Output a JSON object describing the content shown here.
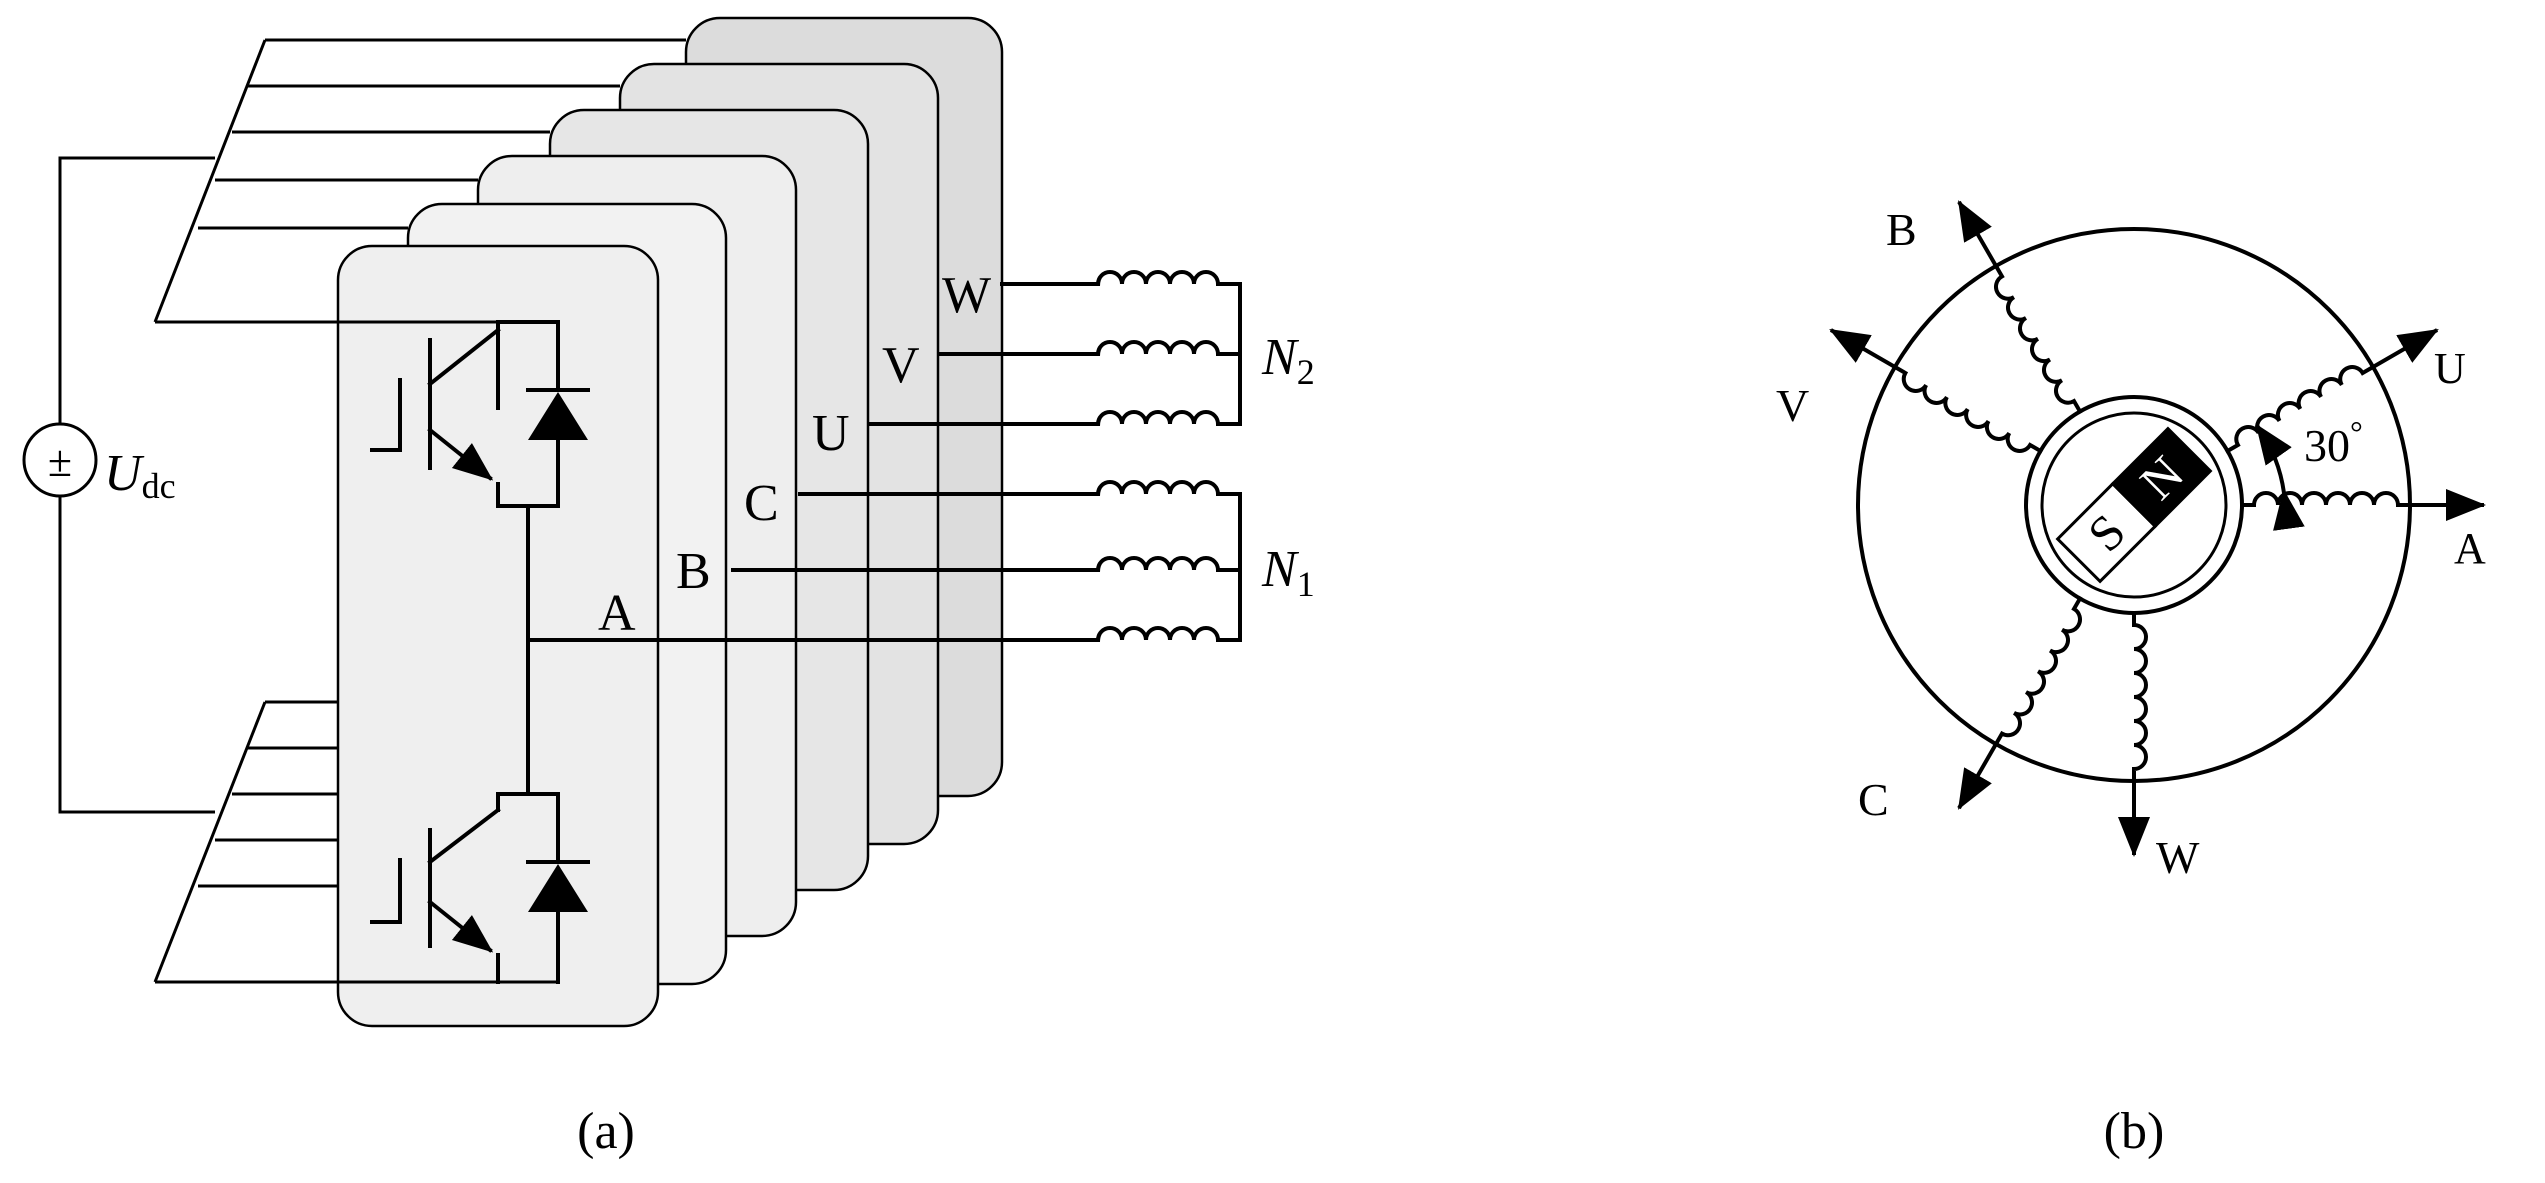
{
  "figure": {
    "panel_a": {
      "caption": "(a)",
      "source_sign": "±",
      "source_label_main": "U",
      "source_label_sub": "dc",
      "phase_labels": [
        "A",
        "B",
        "C",
        "U",
        "V",
        "W"
      ],
      "neutral_1": {
        "main": "N",
        "sub": "1"
      },
      "neutral_2": {
        "main": "N",
        "sub": "2"
      }
    },
    "panel_b": {
      "caption": "(b)",
      "axis_labels": [
        "A",
        "B",
        "C",
        "U",
        "V",
        "W"
      ],
      "magnet_north": "N",
      "magnet_south": "S",
      "angle_value": "30",
      "angle_unit": "°"
    },
    "colors": {
      "line": "#000000",
      "panel_light": "#efefef",
      "panel_mid": "#e6e6e6",
      "panel_dark": "#dcdcdc",
      "magnet_north_fill": "#000000",
      "magnet_south_fill": "#ffffff"
    }
  }
}
